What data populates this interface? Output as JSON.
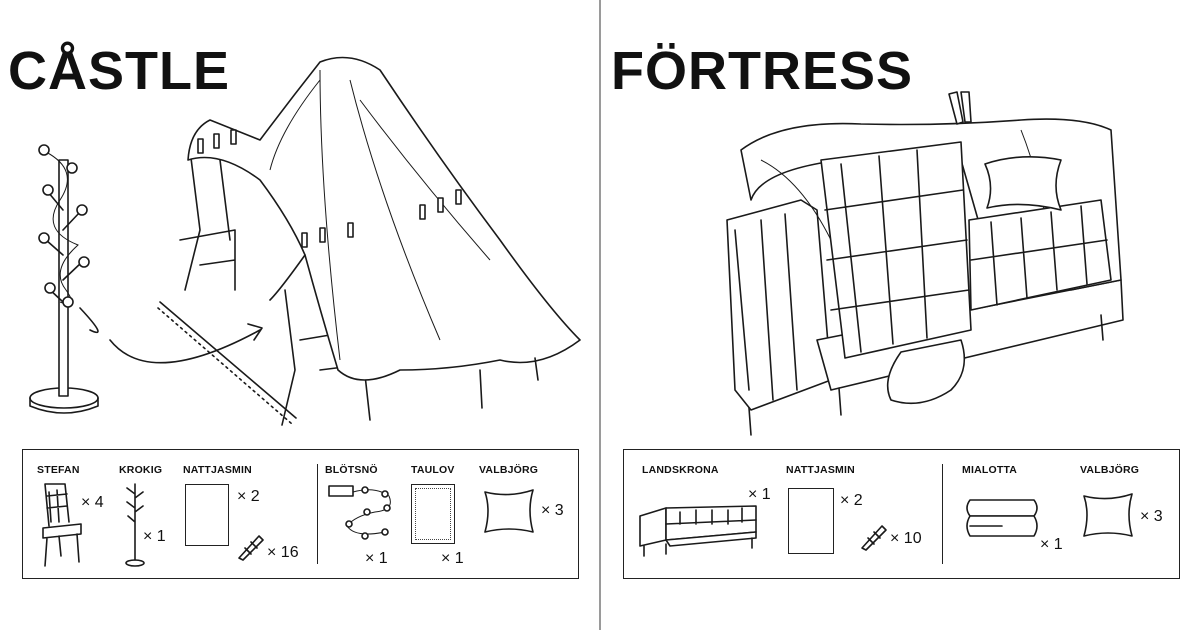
{
  "panels": {
    "castle": {
      "title": "CÅSTLE",
      "parts": [
        {
          "label": "STEFAN",
          "qty": "× 4",
          "icon": "chair-icon"
        },
        {
          "label": "KROKIG",
          "qty": "× 1",
          "icon": "coat-stand-icon"
        },
        {
          "label": "NATTJASMIN",
          "qty": "× 2",
          "icon": "sheet-icon"
        },
        {
          "label": "",
          "qty": "× 16",
          "icon": "clothespin-icon"
        },
        {
          "label": "BLÖTSNÖ",
          "qty": "× 1",
          "icon": "string-lights-icon"
        },
        {
          "label": "TAULOV",
          "qty": "× 1",
          "icon": "rug-icon"
        },
        {
          "label": "VALBJÖRG",
          "qty": "× 3",
          "icon": "cushion-icon"
        }
      ]
    },
    "fortress": {
      "title": "FÖRTRESS",
      "parts": [
        {
          "label": "LANDSKRONA",
          "qty": "× 1",
          "icon": "sofa-icon"
        },
        {
          "label": "NATTJASMIN",
          "qty": "× 2",
          "icon": "sheet-icon"
        },
        {
          "label": "",
          "qty": "× 10",
          "icon": "clothespin-icon"
        },
        {
          "label": "MIALOTTA",
          "qty": "× 1",
          "icon": "folded-blanket-icon"
        },
        {
          "label": "VALBJÖRG",
          "qty": "× 3",
          "icon": "cushion-icon"
        }
      ]
    }
  }
}
